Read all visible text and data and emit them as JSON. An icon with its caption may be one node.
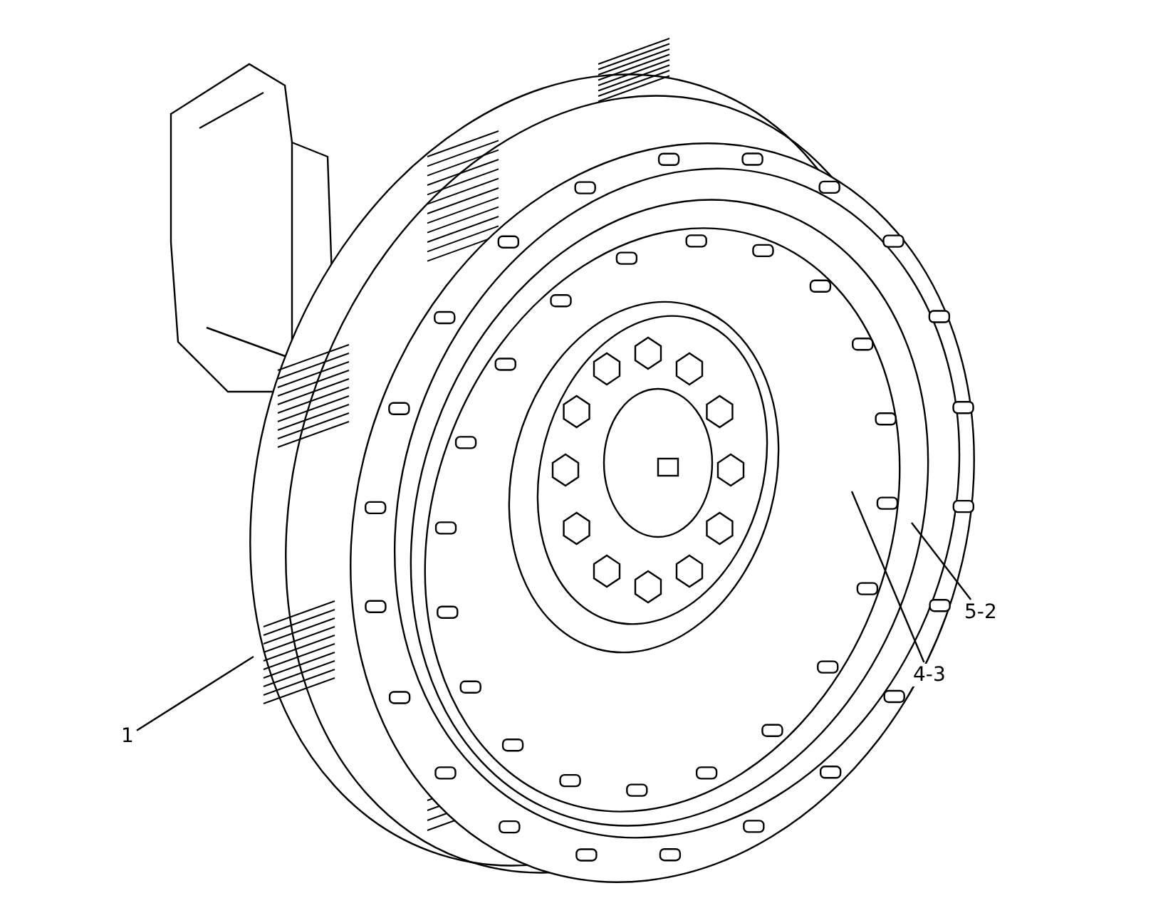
{
  "diagram": {
    "nodes": [
      {
        "text": [
          "1"
        ]
      },
      {
        "text": [
          "4-3"
        ]
      },
      {
        "text": [
          "5-2"
        ]
      }
    ],
    "edges": [
      {
        "from": 0,
        "to": null,
        "arrow": "none"
      },
      {
        "from": 1,
        "to": null,
        "arrow": "none"
      },
      {
        "from": 2,
        "to": null,
        "arrow": "none"
      }
    ]
  }
}
